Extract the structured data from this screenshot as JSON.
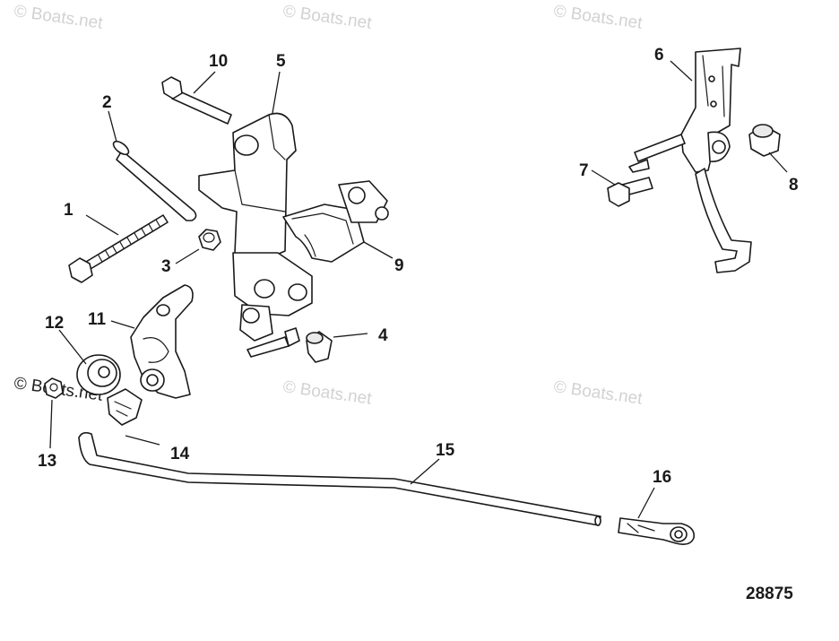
{
  "diagram": {
    "id_label": "28875",
    "watermark": "© Boats.net",
    "callouts": [
      "1",
      "2",
      "3",
      "4",
      "5",
      "6",
      "7",
      "8",
      "9",
      "10",
      "11",
      "12",
      "13",
      "14",
      "15",
      "16"
    ]
  }
}
